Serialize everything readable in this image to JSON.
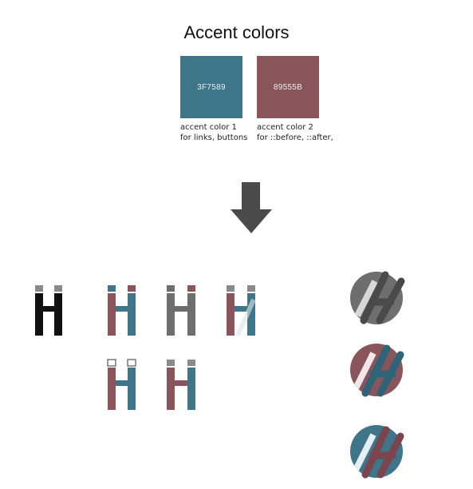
{
  "header": {
    "title": "Accent colors"
  },
  "colors": {
    "accent1": {
      "code": "3F7589",
      "hex": "#3F7589",
      "line1": "accent color 1",
      "line2": "for links, buttons"
    },
    "accent2": {
      "code": "89555B",
      "hex": "#89555B",
      "line1": "accent color 2",
      "line2": "for ::before, ::after,"
    },
    "grey": "#6e6e6e",
    "black": "#111111"
  },
  "icons": [
    "down-arrow-icon",
    "logo-black-icon",
    "logo-variant-icon",
    "logo-round-icon"
  ]
}
